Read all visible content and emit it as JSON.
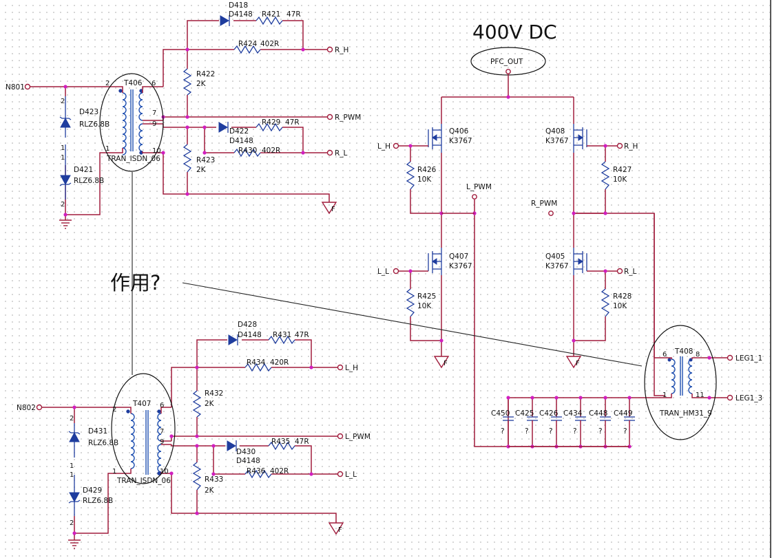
{
  "labels": {
    "bus_voltage": "400V DC",
    "annotation": "作用?"
  },
  "nets": {
    "n801": "N801",
    "n802": "N802",
    "r_h": "R_H",
    "r_pwm": "R_PWM",
    "r_l": "R_L",
    "l_h": "L_H",
    "l_pwm": "L_PWM",
    "l_l": "L_L",
    "pfc_out": "PFC_OUT",
    "leg1_1": "LEG1_1",
    "leg1_3": "LEG1_3"
  },
  "pins": {
    "p1": "1",
    "p2": "2",
    "p6": "6",
    "p7": "7",
    "p8": "8",
    "p9": "9",
    "p10": "10",
    "p11": "11"
  },
  "parts": {
    "t406": {
      "ref": "T406",
      "value": "TRAN_ISDN_06"
    },
    "t407": {
      "ref": "T407",
      "value": "TRAN_ISDN_06"
    },
    "t408": {
      "ref": "T408",
      "value": "TRAN_HM31_9"
    },
    "d418": {
      "ref": "D418",
      "value": "D4148"
    },
    "d422": {
      "ref": "D422",
      "value": "D4148"
    },
    "d428": {
      "ref": "D428",
      "value": "D4148"
    },
    "d430": {
      "ref": "D430",
      "value": "D4148"
    },
    "d423": {
      "ref": "D423",
      "value": "RLZ6.8B"
    },
    "d421": {
      "ref": "D421",
      "value": "RLZ6.8B"
    },
    "d431": {
      "ref": "D431",
      "value": "RLZ6.8B"
    },
    "d429": {
      "ref": "D429",
      "value": "RLZ6.8B"
    },
    "r421": {
      "ref": "R421",
      "value": "47R"
    },
    "r424": {
      "ref": "R424",
      "value": "402R"
    },
    "r422": {
      "ref": "R422",
      "value": "2K"
    },
    "r429": {
      "ref": "R429",
      "value": "47R"
    },
    "r430": {
      "ref": "R430",
      "value": "402R"
    },
    "r423": {
      "ref": "R423",
      "value": "2K"
    },
    "r431": {
      "ref": "R431",
      "value": "47R"
    },
    "r434": {
      "ref": "R434",
      "value": "420R"
    },
    "r432": {
      "ref": "R432",
      "value": "2K"
    },
    "r435": {
      "ref": "R435",
      "value": "47R"
    },
    "r436": {
      "ref": "R436",
      "value": "402R"
    },
    "r433": {
      "ref": "R433",
      "value": "2K"
    },
    "q406": {
      "ref": "Q406",
      "value": "K3767"
    },
    "q407": {
      "ref": "Q407",
      "value": "K3767"
    },
    "q408": {
      "ref": "Q408",
      "value": "K3767"
    },
    "q405": {
      "ref": "Q405",
      "value": "K3767"
    },
    "r426": {
      "ref": "R426",
      "value": "10K"
    },
    "r425": {
      "ref": "R425",
      "value": "10K"
    },
    "r427": {
      "ref": "R427",
      "value": "10K"
    },
    "r428": {
      "ref": "R428",
      "value": "10K"
    },
    "c450": {
      "ref": "C450",
      "value": "?"
    },
    "c425": {
      "ref": "C425",
      "value": "?"
    },
    "c426": {
      "ref": "C426",
      "value": "?"
    },
    "c434": {
      "ref": "C434",
      "value": "?"
    },
    "c448": {
      "ref": "C448",
      "value": "?"
    },
    "c449": {
      "ref": "C449",
      "value": "?"
    }
  },
  "colors": {
    "wire": "#a01c3c",
    "junction": "#d11fbf",
    "component": "#1f3d9e"
  }
}
